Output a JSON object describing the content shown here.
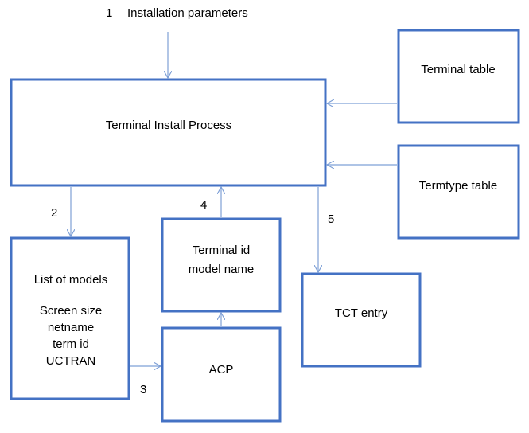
{
  "diagram": {
    "top_label": {
      "number": "1",
      "text": "Installation parameters"
    },
    "nodes": {
      "process": "Terminal Install Process",
      "terminal_table": "Terminal table",
      "termtype_table": "Termtype table",
      "models": {
        "title": "List of models",
        "items": [
          "Screen size",
          "netname",
          "term id",
          "UCTRAN"
        ]
      },
      "terminal_id": [
        "Terminal id",
        "model name"
      ],
      "acp": "ACP",
      "tct": "TCT entry"
    },
    "edge_labels": {
      "e2": "2",
      "e3": "3",
      "e4": "4",
      "e5": "5"
    },
    "colors": {
      "box_border": "#4472C4",
      "arrow": "#7EA0D6"
    }
  }
}
